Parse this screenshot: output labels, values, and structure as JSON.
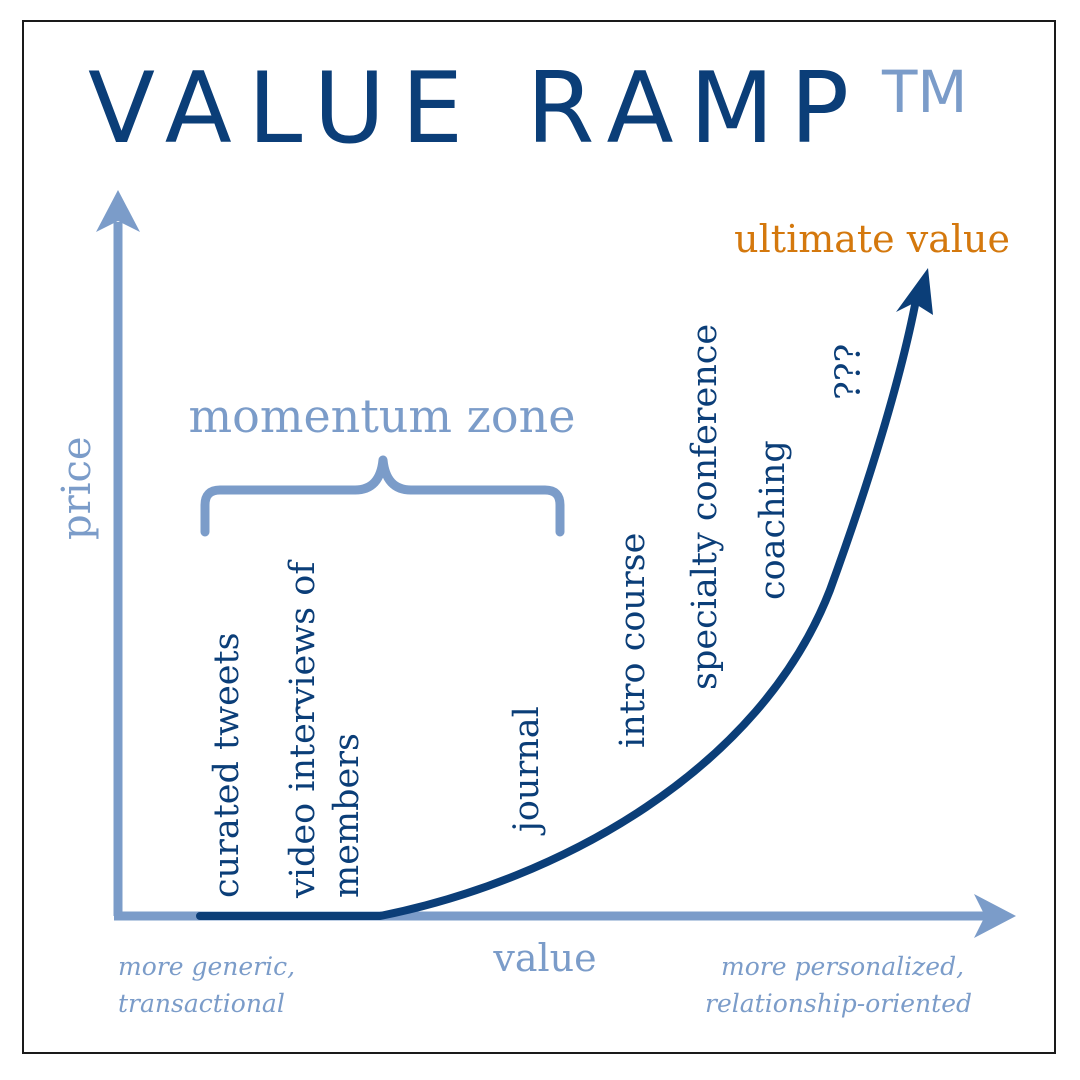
{
  "title": {
    "main": "VALUE RAMP",
    "mark": "TM"
  },
  "axes": {
    "y_label": "price",
    "x_label": "value"
  },
  "x_axis_notes": {
    "left": [
      "more generic,",
      "transactional"
    ],
    "right": [
      "more personalized,",
      "relationship-oriented"
    ]
  },
  "zone": {
    "label": "momentum zone"
  },
  "curve": {
    "end_label": "ultimate value"
  },
  "offerings": [
    {
      "lines": [
        "curated tweets"
      ]
    },
    {
      "lines": [
        "video interviews of",
        "members"
      ]
    },
    {
      "lines": [
        "journal"
      ]
    },
    {
      "lines": [
        "intro course"
      ]
    },
    {
      "lines": [
        "specialty conference"
      ]
    },
    {
      "lines": [
        "coaching"
      ]
    },
    {
      "lines": [
        "???"
      ]
    }
  ],
  "colors": {
    "dark_blue": "#0b3e78",
    "light_blue": "#7b9cc9",
    "orange": "#d4780d",
    "frame": "#1a1a1a"
  }
}
